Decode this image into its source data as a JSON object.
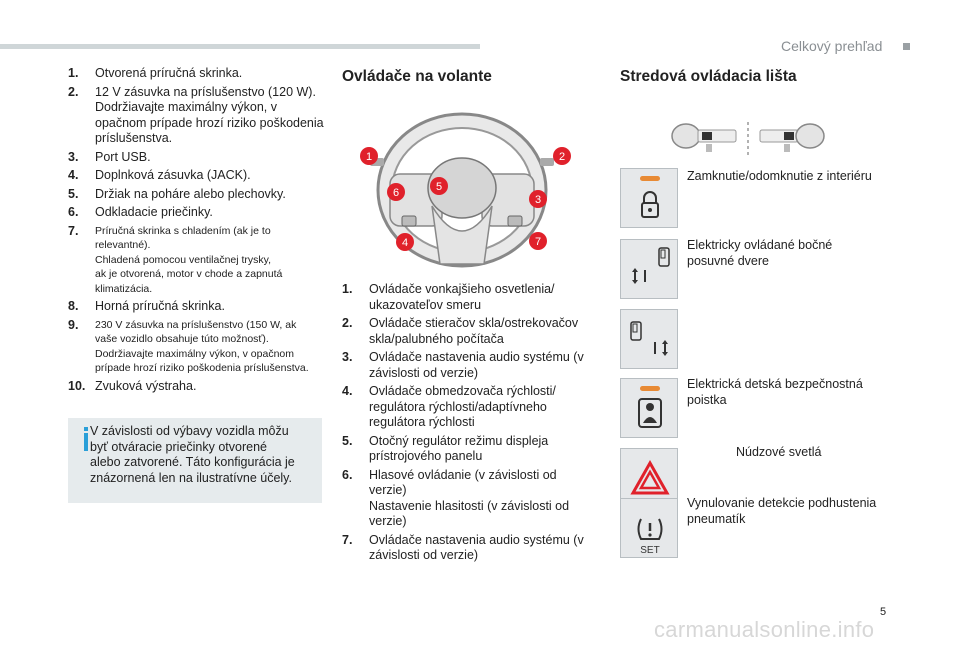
{
  "header": {
    "section": "Celkový prehľad"
  },
  "left_list": [
    {
      "n": "1.",
      "t": "Otvorená príručná skrinka.",
      "small": false
    },
    {
      "n": "2.",
      "t": "12 V zásuvka na príslušenstvo (120 W).\nDodržiavajte maximálny výkon, v\nopačnom prípade hrozí riziko poškodenia\npríslušenstva.",
      "small": false
    },
    {
      "n": "3.",
      "t": "Port USB.",
      "small": false
    },
    {
      "n": "4.",
      "t": "Doplnková zásuvka (JACK).",
      "small": false
    },
    {
      "n": "5.",
      "t": "Držiak na poháre alebo plechovky.",
      "small": false
    },
    {
      "n": "6.",
      "t": "Odkladacie priečinky.",
      "small": false
    },
    {
      "n": "7.",
      "t": "Príručná skrinka s chladením (ak je to\nrelevantné).\nChladená pomocou ventilačnej trysky,\nak je otvorená, motor v chode a zapnutá\nklimatizácia.",
      "small": true
    },
    {
      "n": "8.",
      "t": "Horná príručná skrinka.",
      "small": false
    },
    {
      "n": "9.",
      "t": "230 V zásuvka na príslušenstvo (150 W, ak\nvaše vozidlo obsahuje túto možnosť).\nDodržiavajte maximálny výkon, v opačnom\nprípade hrozí riziko poškodenia príslušenstva.",
      "small": true
    },
    {
      "n": "10.",
      "t": "Zvuková výstraha.",
      "small": false
    }
  ],
  "info_box": {
    "text": "V závislosti od výbavy vozidla môžu\nbyť otváracie priečinky otvorené\nalebo zatvorené. Táto konfigurácia je\nznázornená len na ilustratívne účely."
  },
  "steering": {
    "title": "Ovládače na volante",
    "markers": [
      "1",
      "2",
      "3",
      "4",
      "5",
      "6",
      "7"
    ],
    "items": [
      {
        "n": "1.",
        "t": "Ovládače vonkajšieho osvetlenia/\nukazovateľov smeru"
      },
      {
        "n": "2.",
        "t": "Ovládače stieračov skla/ostrekovačov\nskla/palubného počítača"
      },
      {
        "n": "3.",
        "t": "Ovládače nastavenia audio systému (v\nzávislosti od verzie)"
      },
      {
        "n": "4.",
        "t": "Ovládače obmedzovača rýchlosti/\nregulátora rýchlosti/adaptívneho\nregulátora rýchlosti"
      },
      {
        "n": "5.",
        "t": "Otočný regulátor režimu displeja\nprístrojového panelu"
      },
      {
        "n": "6.",
        "t": "Hlasové ovládanie (v závislosti od verzie)\nNastavenie hlasitosti (v závislosti od\nverzie)"
      },
      {
        "n": "7.",
        "t": "Ovládače nastavenia audio systému (v\nzávislosti od verzie)"
      }
    ]
  },
  "center": {
    "title": "Stredová ovládacia lišta",
    "controls": [
      {
        "icon": "lock-icon",
        "label": "Zamknutie/odomknutie z interiéru"
      },
      {
        "icon": "sliding-door-left-icon",
        "label": "Elektricky ovládané bočné\nposuvné dvere"
      },
      {
        "icon": "sliding-door-right-icon",
        "label": ""
      },
      {
        "icon": "child-lock-icon",
        "label": "Elektrická detská bezpečnostná\npoistka"
      },
      {
        "icon": "hazard-icon",
        "label": "Núdzové svetlá"
      },
      {
        "icon": "tyre-pressure-icon",
        "label": "Vynulovanie detekcie podhustenia\npneumatík",
        "text": "SET"
      }
    ]
  },
  "colors": {
    "accent_red": "#e0212b",
    "led_orange": "#e88a35",
    "info_blue": "#2a9fd8"
  },
  "footer": {
    "page": "5",
    "watermark": "carmanualsonline.info"
  }
}
